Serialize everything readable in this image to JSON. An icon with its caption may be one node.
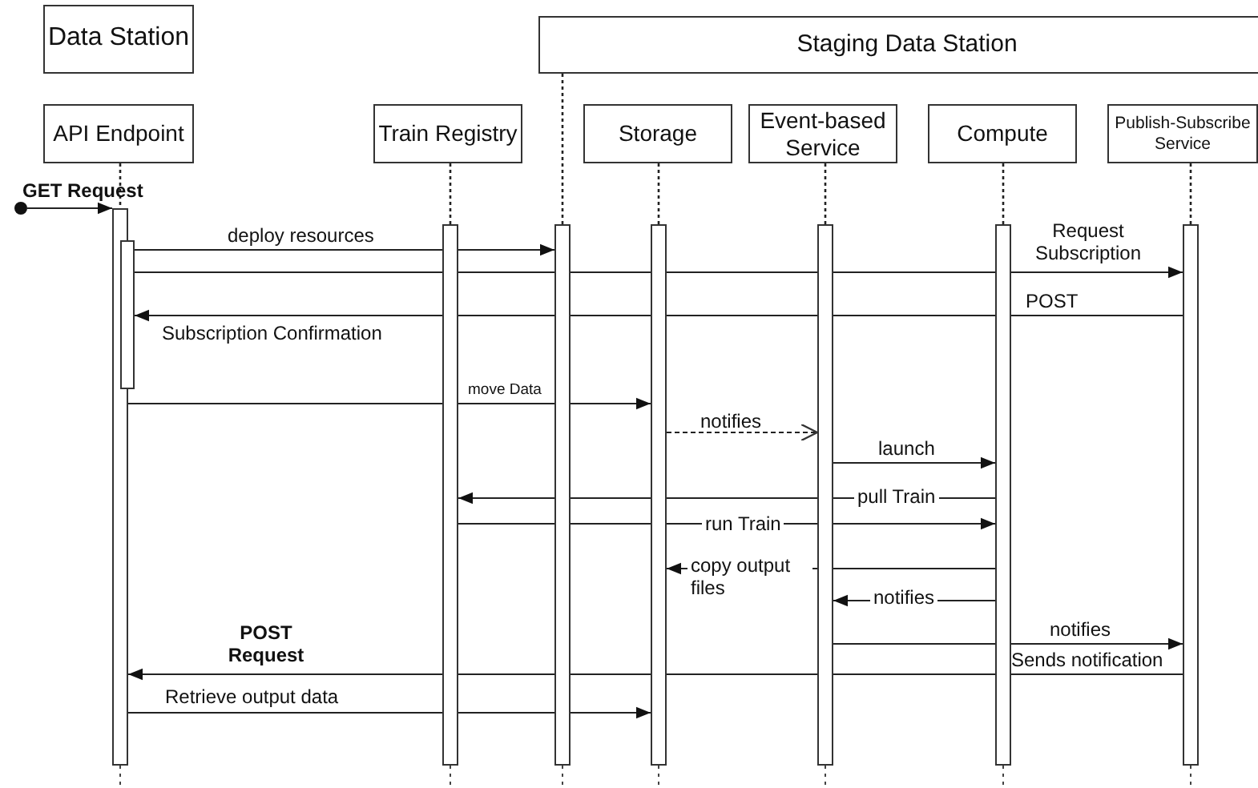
{
  "diagram": {
    "nodes": [
      {
        "text": [
          "Data Station"
        ]
      },
      {
        "text": [
          "Staging Data Station"
        ]
      },
      {
        "text": [
          "API Endpoint"
        ]
      },
      {
        "text": [
          "Train Registry"
        ]
      },
      {
        "text": [
          "Storage"
        ]
      },
      {
        "text": [
          "Event-based Service"
        ]
      },
      {
        "text": [
          "Compute"
        ]
      },
      {
        "text": [
          "Publish-Subscribe Service"
        ]
      },
      {
        "text": [],
        "shape": "circle"
      },
      {
        "text": [],
        "shape": "bar"
      },
      {
        "text": [],
        "shape": "bar"
      },
      {
        "text": [],
        "shape": "bar"
      },
      {
        "text": [],
        "shape": "bar"
      },
      {
        "text": [],
        "shape": "bar"
      },
      {
        "text": [],
        "shape": "bar"
      },
      {
        "text": [],
        "shape": "bar"
      },
      {
        "text": [],
        "shape": "bar"
      }
    ],
    "edges": [
      {
        "from": 2,
        "to": 9,
        "arrow": "none",
        "style": "dashed"
      },
      {
        "from": 3,
        "to": 11,
        "arrow": "none",
        "style": "dashed"
      },
      {
        "from": 1,
        "to": 12,
        "arrow": "none",
        "style": "dashed"
      },
      {
        "from": 4,
        "to": 13,
        "arrow": "none",
        "style": "dashed"
      },
      {
        "from": 5,
        "to": 14,
        "arrow": "none",
        "style": "dashed"
      },
      {
        "from": 6,
        "to": 15,
        "arrow": "none",
        "style": "dashed"
      },
      {
        "from": 7,
        "to": 16,
        "arrow": "none",
        "style": "dashed"
      },
      {
        "from": 8,
        "to": 9,
        "arrow": "to",
        "label": "GET Request"
      },
      {
        "from": 10,
        "to": 12,
        "arrow": "to",
        "label": "deploy resources"
      },
      {
        "from": 10,
        "to": 16,
        "arrow": "to",
        "label": "Request Subscription"
      },
      {
        "from": 16,
        "to": 10,
        "arrow": "to",
        "label": "Subscription Confirmation"
      },
      {
        "from": 9,
        "to": 13,
        "arrow": "to",
        "label": "move Data"
      },
      {
        "from": 13,
        "to": 14,
        "arrow": "to",
        "label": "notifies",
        "style": "dashed"
      },
      {
        "from": 14,
        "to": 15,
        "arrow": "to",
        "label": "launch"
      },
      {
        "from": 15,
        "to": 11,
        "arrow": "to",
        "label": "pull Train"
      },
      {
        "from": 11,
        "to": 15,
        "arrow": "to",
        "label": "run  Train"
      },
      {
        "from": 15,
        "to": 13,
        "arrow": "to",
        "label": "copy output files"
      },
      {
        "from": 15,
        "to": 14,
        "arrow": "to",
        "label": "notifies"
      },
      {
        "from": 14,
        "to": 16,
        "arrow": "to",
        "label": "notifies"
      },
      {
        "from": 16,
        "to": 9,
        "arrow": "to",
        "label": "POST Request"
      },
      {
        "from": 9,
        "to": 13,
        "arrow": "to",
        "label": "Retrieve output data"
      }
    ],
    "labels": [
      "POST",
      "Sends notification"
    ]
  }
}
